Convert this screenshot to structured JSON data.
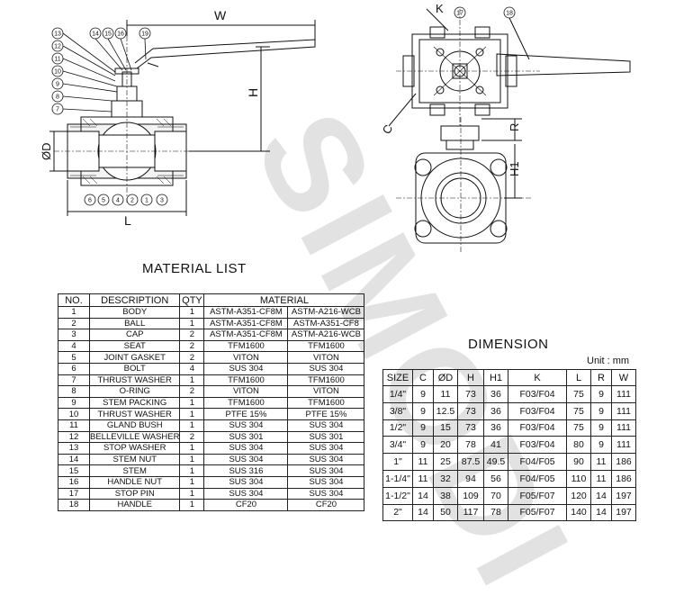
{
  "watermark": "SIMODI",
  "drawing": {
    "dim_labels": {
      "W": "W",
      "H": "H",
      "D": "ØD",
      "L": "L",
      "K": "K",
      "C": "C",
      "R": "R",
      "H1": "H1"
    },
    "callouts_side": [
      "13",
      "12",
      "11",
      "10",
      "9",
      "8",
      "7",
      "14",
      "15",
      "16",
      "19"
    ],
    "callouts_bottom": [
      "6",
      "5",
      "4",
      "2",
      "1",
      "3"
    ],
    "callouts_top": [
      "17",
      "18"
    ]
  },
  "material_list": {
    "title": "MATERIAL LIST",
    "headers": [
      "NO.",
      "DESCRIPTION",
      "QTY",
      "MATERIAL"
    ],
    "rows": [
      {
        "no": "1",
        "desc": "BODY",
        "qty": "1",
        "m1": "ASTM-A351-CF8M",
        "m2": "ASTM-A216-WCB"
      },
      {
        "no": "2",
        "desc": "BALL",
        "qty": "1",
        "m1": "ASTM-A351-CF8M",
        "m2": "ASTM-A351-CF8"
      },
      {
        "no": "3",
        "desc": "CAP",
        "qty": "2",
        "m1": "ASTM-A351-CF8M",
        "m2": "ASTM-A216-WCB"
      },
      {
        "no": "4",
        "desc": "SEAT",
        "qty": "2",
        "m1": "TFM1600",
        "m2": "TFM1600"
      },
      {
        "no": "5",
        "desc": "JOINT GASKET",
        "qty": "2",
        "m1": "VITON",
        "m2": "VITON"
      },
      {
        "no": "6",
        "desc": "BOLT",
        "qty": "4",
        "m1": "SUS 304",
        "m2": "SUS 304"
      },
      {
        "no": "7",
        "desc": "THRUST WASHER",
        "qty": "1",
        "m1": "TFM1600",
        "m2": "TFM1600"
      },
      {
        "no": "8",
        "desc": "O-RING",
        "qty": "2",
        "m1": "VITON",
        "m2": "VITON"
      },
      {
        "no": "9",
        "desc": "STEM PACKING",
        "qty": "1",
        "m1": "TFM1600",
        "m2": "TFM1600"
      },
      {
        "no": "10",
        "desc": "THRUST WASHER",
        "qty": "1",
        "m1": "PTFE 15%",
        "m2": "PTFE 15%"
      },
      {
        "no": "11",
        "desc": "GLAND BUSH",
        "qty": "1",
        "m1": "SUS 304",
        "m2": "SUS 304"
      },
      {
        "no": "12",
        "desc": "BELLEVILLE WASHER",
        "qty": "2",
        "m1": "SUS 301",
        "m2": "SUS 301"
      },
      {
        "no": "13",
        "desc": "STOP WASHER",
        "qty": "1",
        "m1": "SUS 304",
        "m2": "SUS 304"
      },
      {
        "no": "14",
        "desc": "STEM NUT",
        "qty": "1",
        "m1": "SUS 304",
        "m2": "SUS 304"
      },
      {
        "no": "15",
        "desc": "STEM",
        "qty": "1",
        "m1": "SUS 316",
        "m2": "SUS 304"
      },
      {
        "no": "16",
        "desc": "HANDLE NUT",
        "qty": "1",
        "m1": "SUS 304",
        "m2": "SUS 304"
      },
      {
        "no": "17",
        "desc": "STOP PIN",
        "qty": "1",
        "m1": "SUS 304",
        "m2": "SUS 304"
      },
      {
        "no": "18",
        "desc": "HANDLE",
        "qty": "1",
        "m1": "CF20",
        "m2": "CF20"
      }
    ]
  },
  "dimension": {
    "title": "DIMENSION",
    "units": "Unit : mm",
    "headers": [
      "SIZE",
      "C",
      "ØD",
      "H",
      "H1",
      "K",
      "L",
      "R",
      "W"
    ],
    "rows": [
      [
        "1/4\"",
        "9",
        "11",
        "73",
        "36",
        "F03/F04",
        "75",
        "9",
        "111"
      ],
      [
        "3/8\"",
        "9",
        "12.5",
        "73",
        "36",
        "F03/F04",
        "75",
        "9",
        "111"
      ],
      [
        "1/2\"",
        "9",
        "15",
        "73",
        "36",
        "F03/F04",
        "75",
        "9",
        "111"
      ],
      [
        "3/4\"",
        "9",
        "20",
        "78",
        "41",
        "F03/F04",
        "80",
        "9",
        "111"
      ],
      [
        "1\"",
        "11",
        "25",
        "87.5",
        "49.5",
        "F04/F05",
        "90",
        "11",
        "186"
      ],
      [
        "1-1/4\"",
        "11",
        "32",
        "94",
        "56",
        "F04/F05",
        "110",
        "11",
        "186"
      ],
      [
        "1-1/2\"",
        "14",
        "38",
        "109",
        "70",
        "F05/F07",
        "120",
        "14",
        "197"
      ],
      [
        "2\"",
        "14",
        "50",
        "117",
        "78",
        "F05/F07",
        "140",
        "14",
        "197"
      ]
    ]
  }
}
